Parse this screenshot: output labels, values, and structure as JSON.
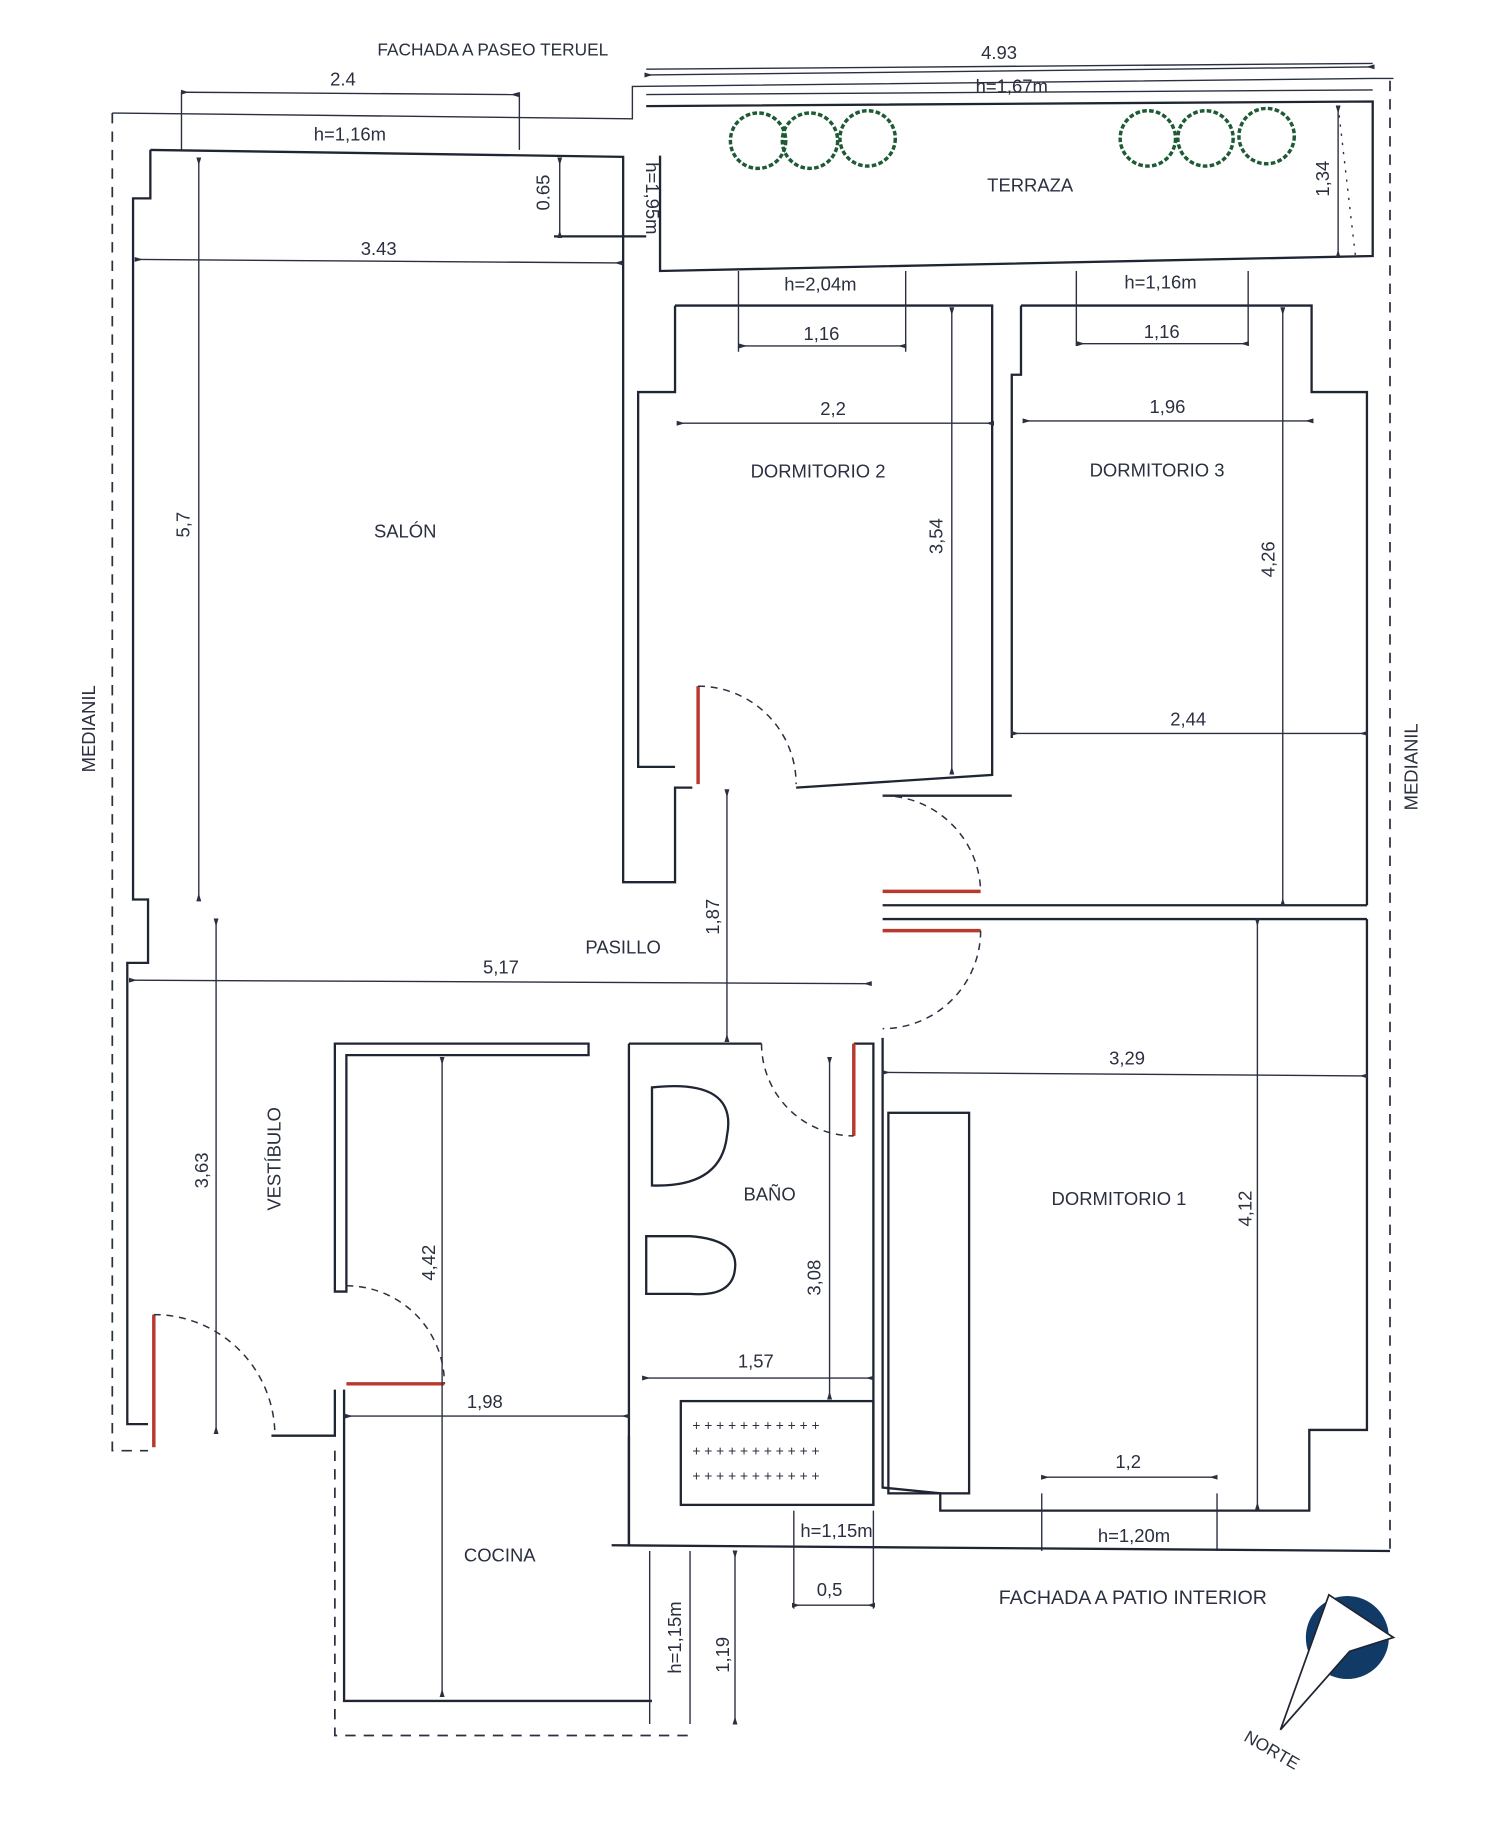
{
  "facades": {
    "top": "FACHADA A PASEO TERUEL",
    "bottom": "FACHADA A PATIO INTERIOR"
  },
  "party_walls": {
    "left": "MEDIANIL",
    "right": "MEDIANIL"
  },
  "rooms": {
    "terraza": "TERRAZA",
    "salon": "SALÓN",
    "dormitorio2": "DORMITORIO 2",
    "dormitorio3": "DORMITORIO 3",
    "dormitorio1": "DORMITORIO 1",
    "pasillo": "PASILLO",
    "vestibulo": "VESTÍBULO",
    "bano": "BAÑO",
    "cocina": "COCINA"
  },
  "dimensions": {
    "terrace_width": "4.93",
    "terrace_rail_h": "h=1,67m",
    "terrace_depth": "1,34",
    "salon_window_w": "2.4",
    "salon_window_h": "h=1,16m",
    "salon_offset": "0.65",
    "door_h": "h=1,95m",
    "salon_width": "3.43",
    "salon_length": "5,7",
    "d2_window_h": "h=2,04m",
    "d2_window_w": "1,16",
    "d3_window_h": "h=1,16m",
    "d3_window_w": "1,16",
    "d2_width": "2,2",
    "d3_width": "1,96",
    "d2_length": "3,54",
    "d3_length": "4,26",
    "d3_width_low": "2,44",
    "pasillo_depth": "1,87",
    "pasillo_length": "5,17",
    "d1_width": "3,29",
    "vestibulo_length": "3,63",
    "cocina_length": "4,42",
    "bano_length": "3,08",
    "d1_length": "4,12",
    "bano_width": "1,57",
    "cocina_width": "1,98",
    "d1_window_w": "1,2",
    "d1_window_h": "h=1,20m",
    "bano_window_h": "h=1,15m",
    "bano_window_w": "0,5",
    "cocina_window_h": "h=1,15m",
    "cocina_window_w": "1,19"
  },
  "north_label": "NORTE",
  "colors": {
    "walls": "#1f2533",
    "doors": "#b83a2e",
    "plants": "#1e5a34",
    "compass": "#123a66"
  }
}
